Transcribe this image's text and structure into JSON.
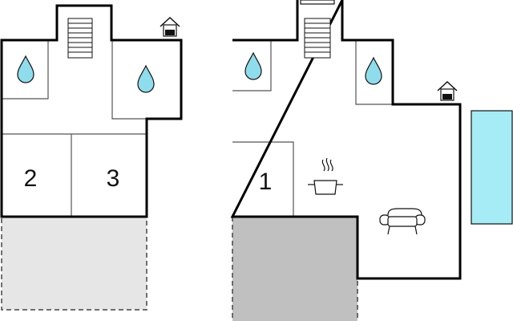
{
  "floorplan": {
    "colors": {
      "wall": "#000000",
      "thin_wall": "#555555",
      "water": "#8fdcec",
      "pool": "#a6ecf6",
      "terrace_light": "#e6e6e6",
      "terrace_dark": "#c0c0c0",
      "dashed": "#444444"
    },
    "rooms": {
      "room_2": {
        "label": "2"
      },
      "room_3": {
        "label": "3"
      },
      "room_1": {
        "label": "1"
      }
    },
    "icons": [
      "stairs-icon",
      "water-drop-icon",
      "fireplace-icon",
      "kitchen-pot-icon",
      "sofa-icon",
      "pool-icon"
    ]
  }
}
